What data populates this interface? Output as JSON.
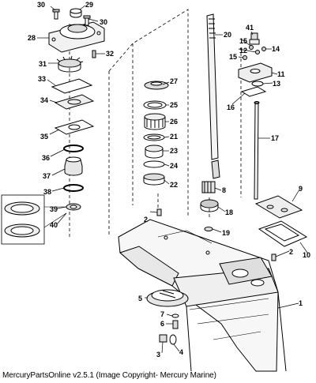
{
  "callouts": {
    "p1": "1",
    "p2a": "2",
    "p2b": "2",
    "p3": "3",
    "p4": "4",
    "p5": "5",
    "p6": "6",
    "p7": "7",
    "p8": "8",
    "p9": "9",
    "p10": "10",
    "p11": "11",
    "p12": "12",
    "p13": "13",
    "p14": "14",
    "p15a": "15",
    "p15b": "15",
    "p16": "16",
    "p17": "17",
    "p18": "18",
    "p19": "19",
    "p20": "20",
    "p21": "21",
    "p22": "22",
    "p23": "23",
    "p24": "24",
    "p25": "25",
    "p26": "26",
    "p27": "27",
    "p28": "28",
    "p29": "29",
    "p30a": "30",
    "p30b": "30",
    "p31": "31",
    "p32": "32",
    "p33": "33",
    "p34": "34",
    "p35": "35",
    "p36": "36",
    "p37": "37",
    "p38": "38",
    "p39": "39",
    "p40": "40",
    "p41": "41"
  },
  "footer": "MercuryPartsOnline v2.5.1 (Image Copyright- Mercury Marine)"
}
